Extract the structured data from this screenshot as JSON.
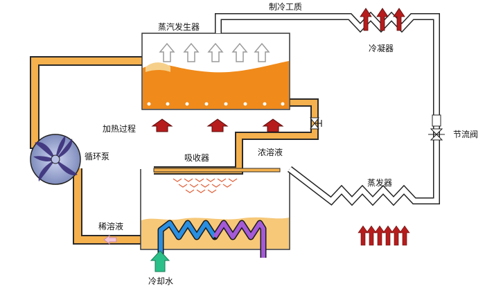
{
  "labels": {
    "refrigerant": "制冷工质",
    "steam_generator": "蒸汽发生器",
    "condenser": "冷凝器",
    "throttle_valve": "节流阀",
    "heating_process": "加热过程",
    "circulation_pump": "循环泵",
    "absorber": "吸收器",
    "strong_solution": "浓溶液",
    "evaporator": "蒸发器",
    "weak_solution": "稀溶液",
    "cooling_water": "冷却水"
  },
  "colors": {
    "pipe_fill": "#f5b14e",
    "pipe_edge": "#2a2a2a",
    "solution": "#f08a1a",
    "pale_solution": "#f6d08a",
    "heat_arrow": "#b71c1c",
    "coil_blue": "#2a8fe0",
    "coil_purple": "#a45ad6",
    "cooling_arrow": "#2bc08a",
    "steam_arrow": "#9a9a9a"
  },
  "icons": {
    "pump": "pump-impeller-icon",
    "valve": "valve-icon",
    "steam": "steam-up-arrow-icon",
    "heat": "heat-arrow-icon",
    "evaporator_heat": "heat-in-arrow-icon",
    "cooling_water": "cooling-water-arrow-icon",
    "spray": "spray-icon"
  }
}
